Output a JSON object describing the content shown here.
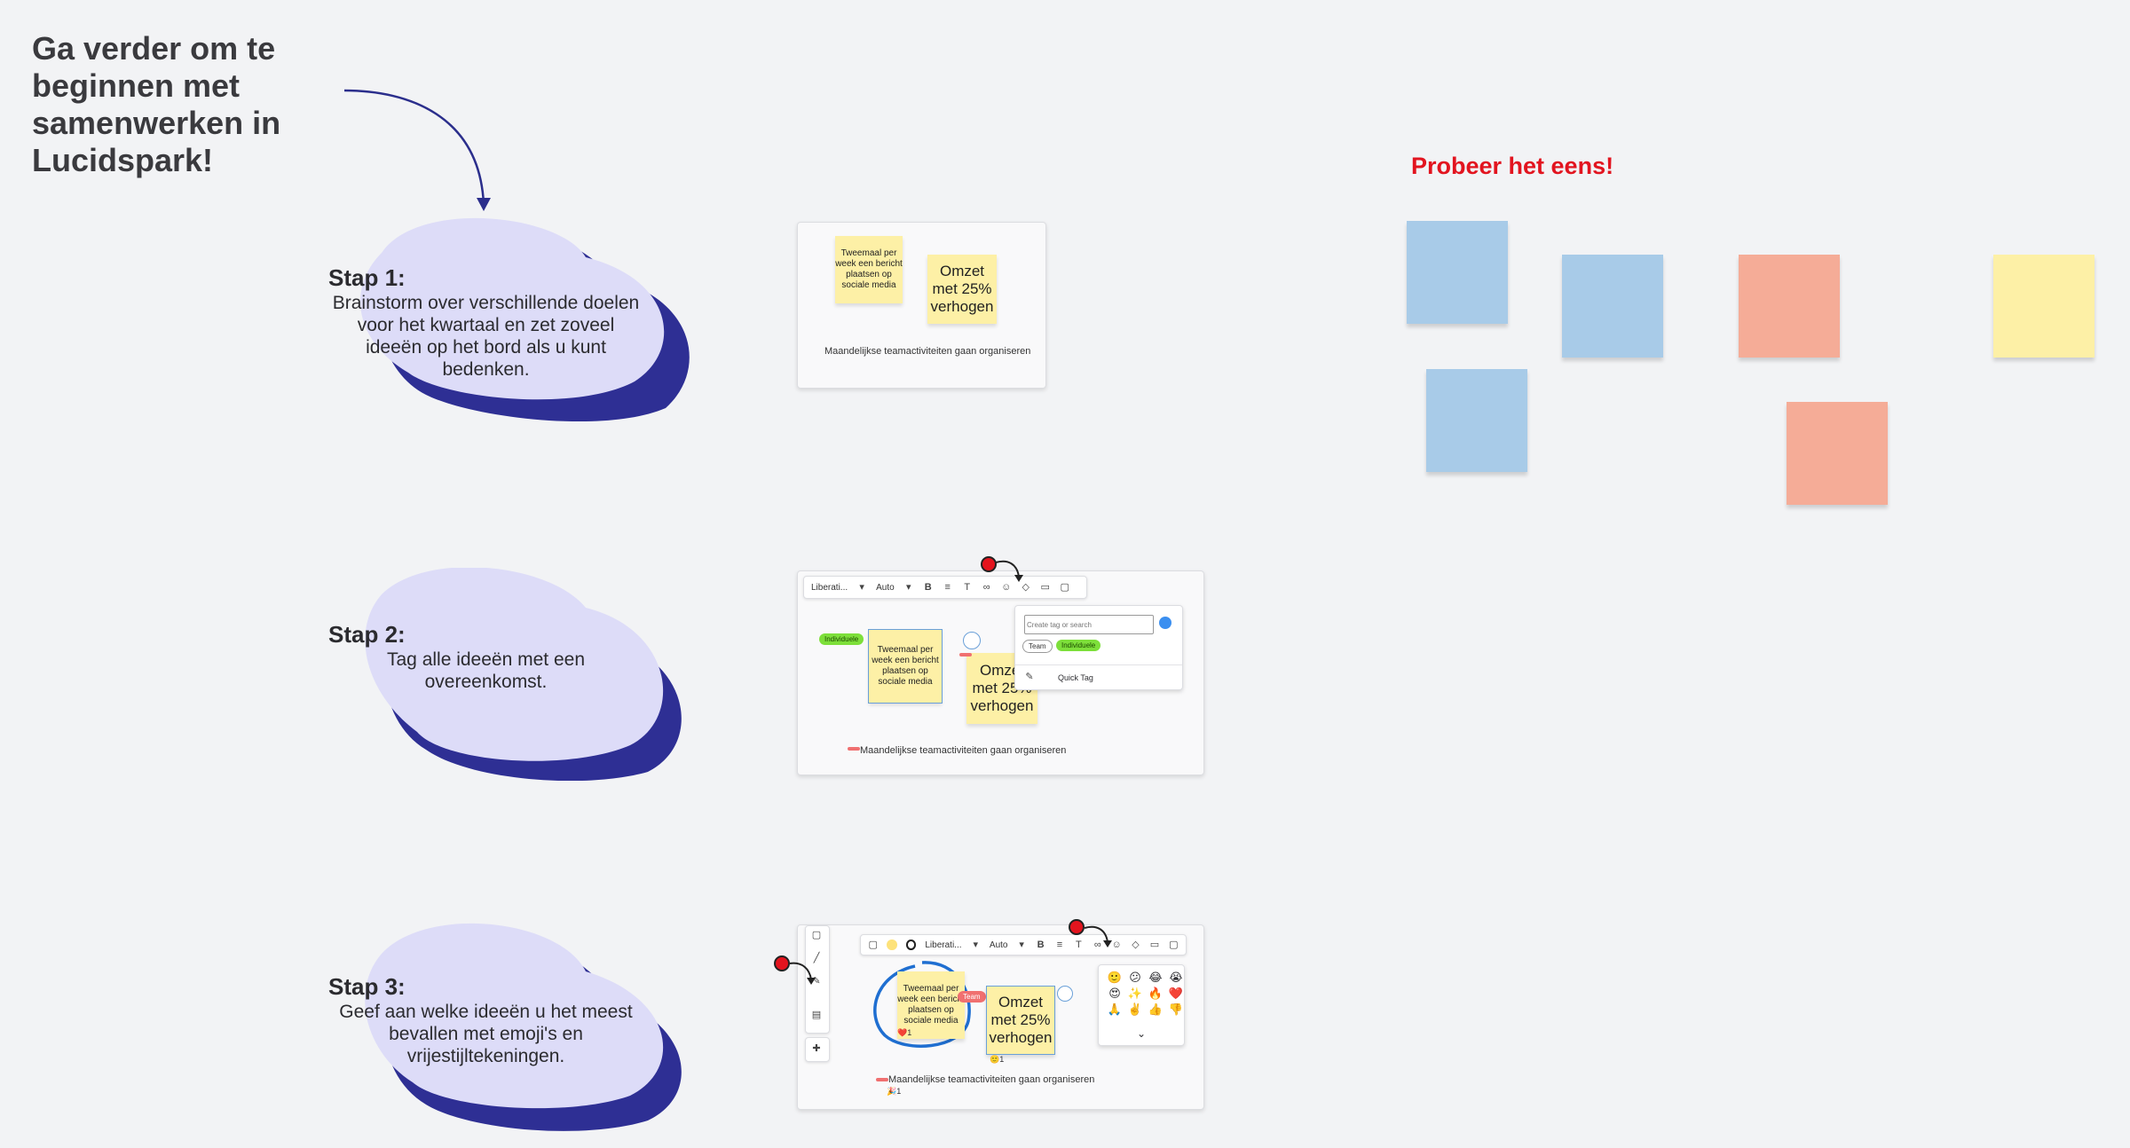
{
  "headline": "Ga verder om te beginnen met samenwerken in Lucidspark!",
  "try_label": "Probeer het eens!",
  "steps": [
    {
      "title": "Stap 1:",
      "text": "Brainstorm over verschillende doelen voor het kwartaal en zet zoveel ideeën op het bord als u kunt bedenken."
    },
    {
      "title": "Stap 2:",
      "text": "Tag alle ideeën met een overeenkomst."
    },
    {
      "title": "Stap 3:",
      "text": "Geef aan welke ideeën u het meest bevallen met emoji's en vrijestijltekeningen."
    }
  ],
  "example": {
    "note1": "Tweemaal per week een bericht plaatsen op sociale media",
    "note2": "Omzet met 25% verhogen",
    "note3": "Maandelijkse teamactiviteiten gaan organiseren"
  },
  "toolbar": {
    "font": "Liberati...",
    "size": "Auto"
  },
  "tag_popup": {
    "placeholder": "Create tag or search",
    "tag_team": "Team",
    "tag_individual": "Individuele",
    "quick_tag": "Quick Tag"
  },
  "step2_tag_label": "Individuele",
  "step3_tag_label": "Team",
  "reactions": {
    "note1": "1",
    "note2": "1",
    "note3": "1"
  },
  "emojis": [
    "🙂",
    "😕",
    "😂",
    "😭",
    "😍",
    "✨",
    "🔥",
    "❤️",
    "🙏",
    "✌️",
    "👍",
    "👎"
  ],
  "emoji_more": "⌄",
  "sticky_colors": {
    "blue": "#a8cbe8",
    "salmon": "#f5ac97",
    "yellow": "#fdf0a6"
  },
  "accent": {
    "blob": "#dddcf8",
    "blob_shadow": "#2e2f94",
    "try": "#e2141f",
    "tag_green": "#7ddf3a"
  }
}
